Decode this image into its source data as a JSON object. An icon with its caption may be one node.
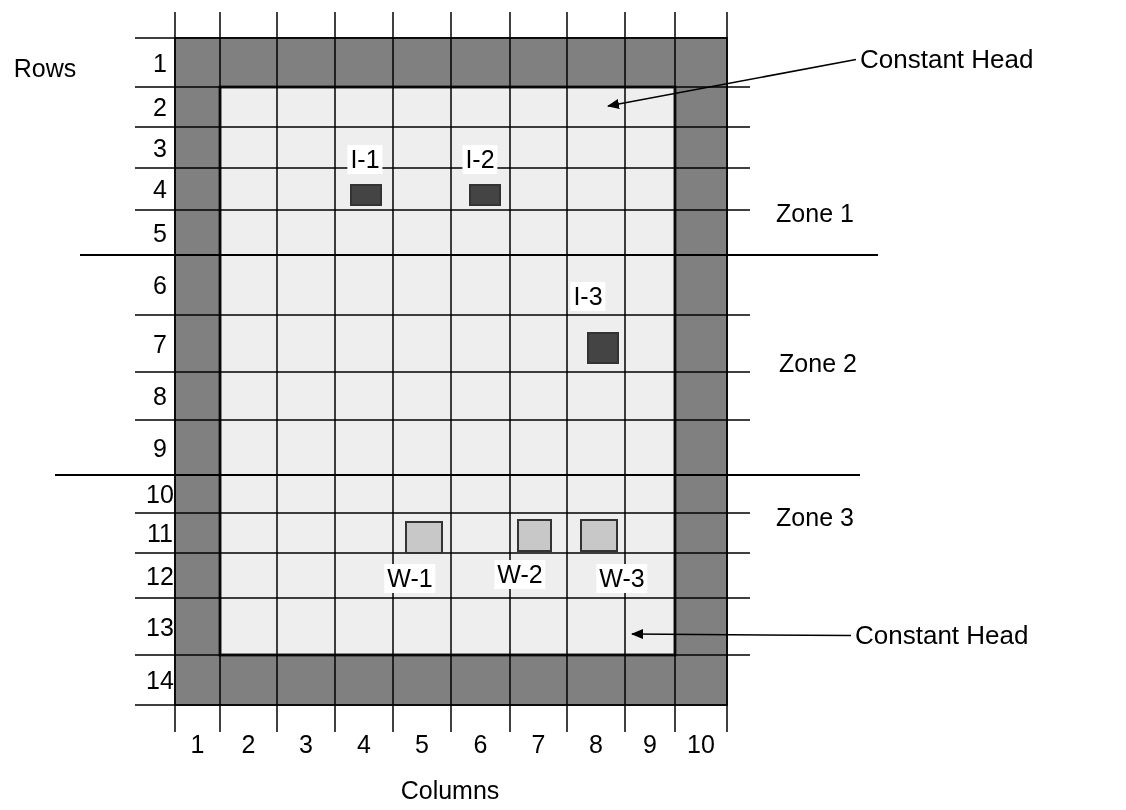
{
  "diagram": {
    "nodes": [
      {
        "text": [
          "Constant Head"
        ]
      },
      {
        "text": [
          "I-1"
        ]
      },
      {
        "text": [
          "I-2"
        ]
      },
      {
        "text": [
          "I-3"
        ]
      },
      {
        "text": [
          "W-1"
        ]
      },
      {
        "text": [
          "W-2"
        ]
      },
      {
        "text": [
          "W-3"
        ]
      },
      {
        "text": [
          "Constant Head"
        ]
      }
    ],
    "edges": [
      {
        "from": 0,
        "to": null,
        "arrow": "to"
      },
      {
        "from": 7,
        "to": null,
        "arrow": "to"
      }
    ],
    "labels": [
      "Rows",
      "1",
      "2",
      "3",
      "4",
      "5",
      "Zone 1",
      "6",
      "7",
      "Zone 2",
      "8",
      "9",
      "10",
      "Zone 3",
      "11",
      "12",
      "13",
      "14",
      "1",
      "2",
      "3",
      "4",
      "5",
      "6",
      "7",
      "8",
      "9",
      "10",
      "Columns"
    ]
  }
}
